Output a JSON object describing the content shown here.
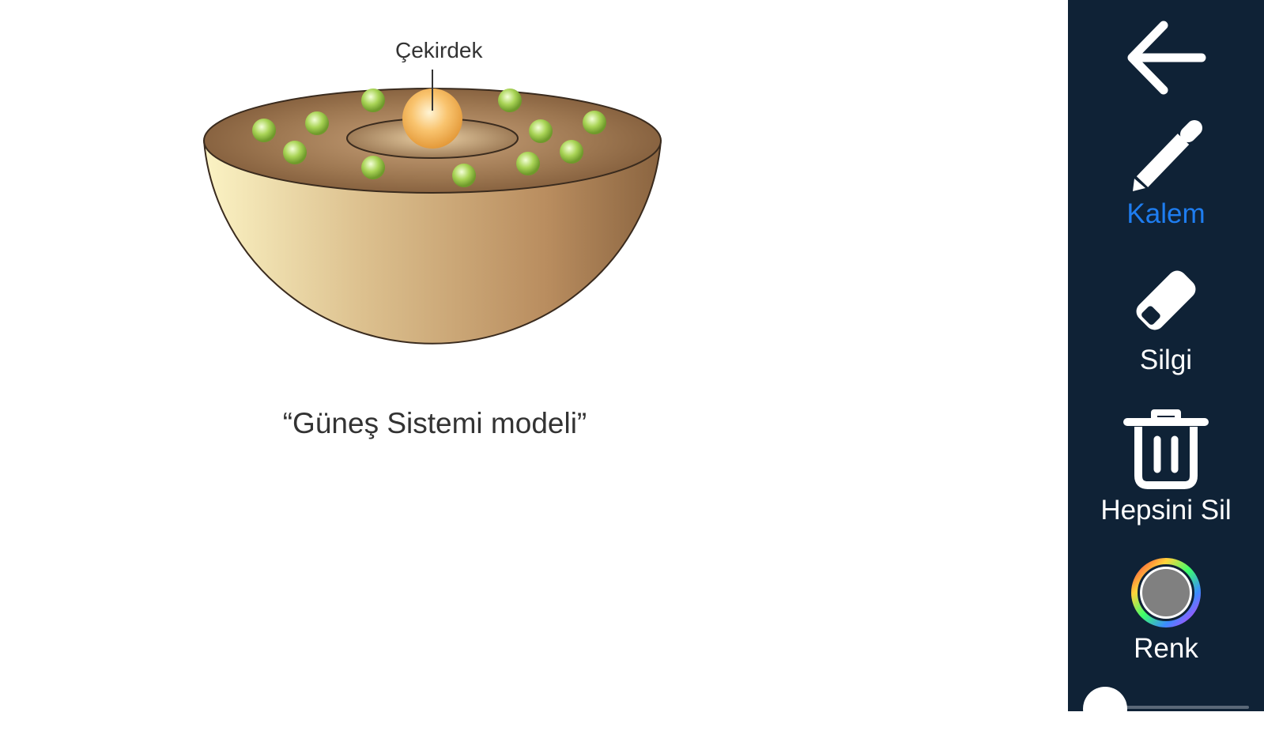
{
  "figure": {
    "nucleus_label": "Çekirdek",
    "caption": "“Güneş Sistemi modeli”"
  },
  "toolbar": {
    "back_icon": "arrow-left-icon",
    "tools": [
      {
        "label": "Kalem",
        "icon": "pencil-icon",
        "active": true
      },
      {
        "label": "Silgi",
        "icon": "eraser-icon",
        "active": false
      },
      {
        "label": "Hepsini Sil",
        "icon": "trash-icon",
        "active": false
      },
      {
        "label": "Renk",
        "icon": "color-wheel-icon",
        "active": false
      }
    ],
    "colors": {
      "background": "#0f2236",
      "active_label": "#1e7df0",
      "label": "#ffffff",
      "selected_color": "#808080"
    }
  }
}
